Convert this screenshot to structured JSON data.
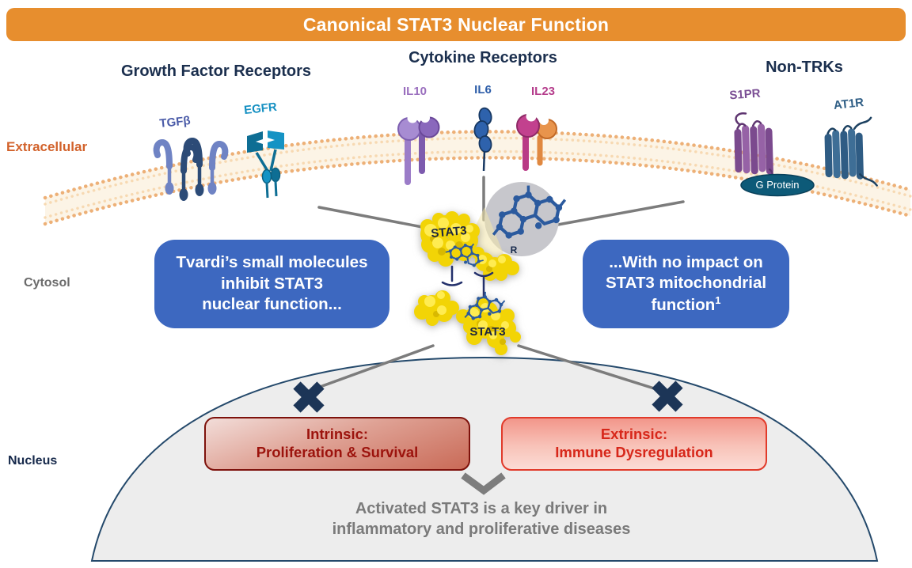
{
  "header": {
    "title": "Canonical STAT3 Nuclear Function"
  },
  "regions": {
    "extracellular": "Extracellular",
    "cytosol": "Cytosol",
    "nucleus": "Nucleus"
  },
  "groups": {
    "growth_factor": {
      "label": "Growth Factor Receptors",
      "receptors": [
        {
          "name": "TGFβ",
          "color": "#4A5BA8"
        },
        {
          "name": "EGFR",
          "color": "#1590C2"
        }
      ]
    },
    "cytokine": {
      "label": "Cytokine Receptors",
      "receptors": [
        {
          "name": "IL10",
          "color": "#9A6FBE"
        },
        {
          "name": "IL6",
          "color": "#2B5CA8"
        },
        {
          "name": "IL23",
          "color": "#B53D8C"
        }
      ]
    },
    "non_trk": {
      "label": "Non-TRKs",
      "receptors": [
        {
          "name": "S1PR",
          "color": "#7B4F95"
        },
        {
          "name": "AT1R",
          "color": "#2F5E85"
        }
      ]
    }
  },
  "g_protein": {
    "label": "G Protein"
  },
  "stat3": {
    "top_label": "STAT3",
    "bottom_label": "STAT3",
    "r_label": "R"
  },
  "callouts": {
    "left": {
      "line1": "Tvardi’s small molecules",
      "line2": "inhibit STAT3",
      "line3": "nuclear function..."
    },
    "right": {
      "line1": "...With no impact on",
      "line2": "STAT3 mitochondrial",
      "line3": "function",
      "sup": "1"
    }
  },
  "nucleus_boxes": {
    "intrinsic": {
      "line1": "Intrinsic:",
      "line2": "Proliferation & Survival"
    },
    "extrinsic": {
      "line1": "Extrinsic:",
      "line2": "Immune Dysregulation"
    }
  },
  "footer": {
    "line1": "Activated STAT3 is a key driver in",
    "line2": "inflammatory and proliferative diseases"
  },
  "colors": {
    "banner": "#E78E2E",
    "callout_blue": "#3D68C0",
    "intrinsic_border": "#7E120C",
    "intrinsic_text": "#9C130D",
    "extrinsic_border": "#E13A2A",
    "extrinsic_text": "#D7271A",
    "membrane_dots": "#EDB077",
    "nucleus_fill": "#EDEDED",
    "stat3_yellow": "#F2D406",
    "inhibitor_navy": "#23306B",
    "connector_gray": "#7C7C7C"
  }
}
